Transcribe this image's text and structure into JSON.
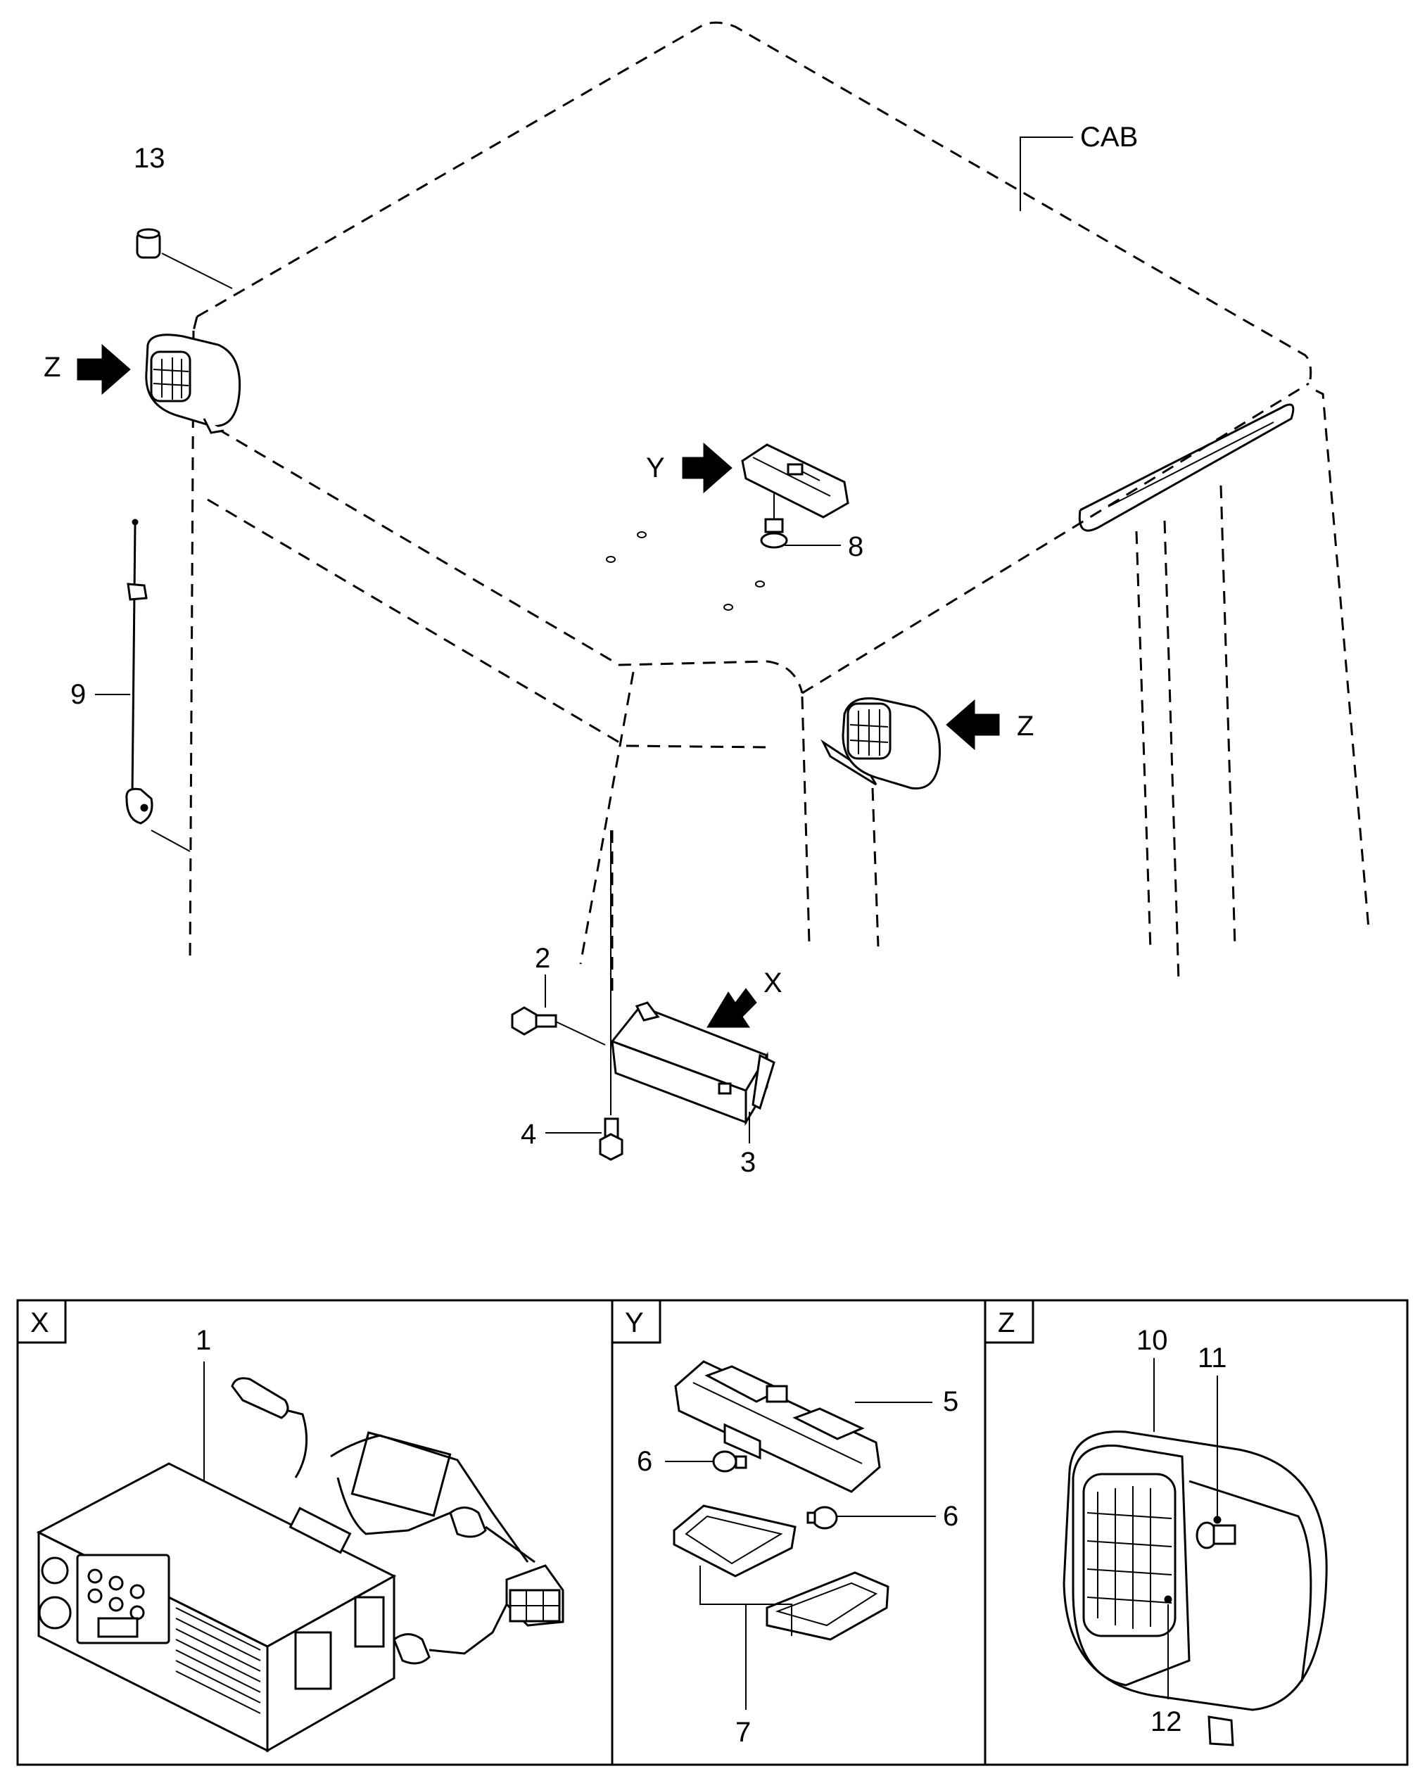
{
  "callouts": {
    "cab": "CAB",
    "p1": "1",
    "p2": "2",
    "p3": "3",
    "p4": "4",
    "p5": "5",
    "p6a": "6",
    "p6b": "6",
    "p7": "7",
    "p8": "8",
    "p9": "9",
    "p10": "10",
    "p11": "11",
    "p12": "12",
    "p13": "13"
  },
  "view_markers": {
    "x": "X",
    "y": "Y",
    "z_left": "Z",
    "z_right": "Z"
  },
  "detail_panels": {
    "x": "X",
    "y": "Y",
    "z": "Z"
  }
}
